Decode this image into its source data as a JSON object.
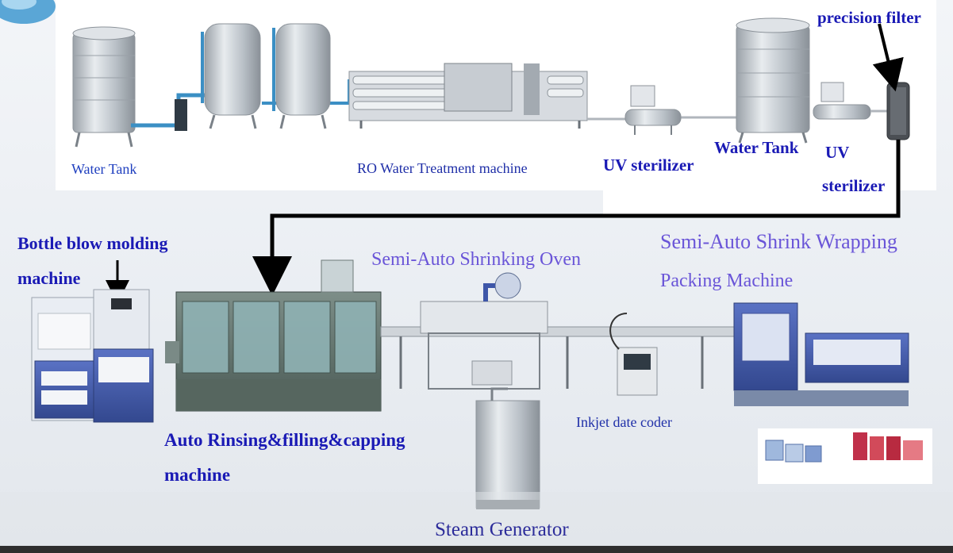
{
  "labels": {
    "precision_filter": "precision filter",
    "water_tank_1": "Water Tank",
    "ro_machine": "RO Water Treatment machine",
    "uv_sterilizer_1": "UV sterilizer",
    "water_tank_2": "Water Tank",
    "uv_sterilizer_2_line1": "UV",
    "uv_sterilizer_2_line2": "sterilizer",
    "blow_molding_line1": "Bottle blow molding",
    "blow_molding_line2": "machine",
    "shrinking_oven": "Semi-Auto Shrinking Oven",
    "shrink_wrapping_line1": "Semi-Auto Shrink Wrapping",
    "shrink_wrapping_line2": "Packing Machine",
    "filling_line1": "Auto Rinsing&filling&capping",
    "filling_line2": "machine",
    "inkjet_coder": "Inkjet date coder",
    "steam_generator": "Steam Generator"
  },
  "colors": {
    "label_blue": "#1f3fbf",
    "label_bold_blue": "#1a1ab5",
    "label_purple": "#6a55d8",
    "arrow": "#000000",
    "pipe": "#3b8fc4",
    "steel": "#c9ced4",
    "machine_green": "#5d6f6a",
    "machine_blue": "#3d56a8"
  }
}
